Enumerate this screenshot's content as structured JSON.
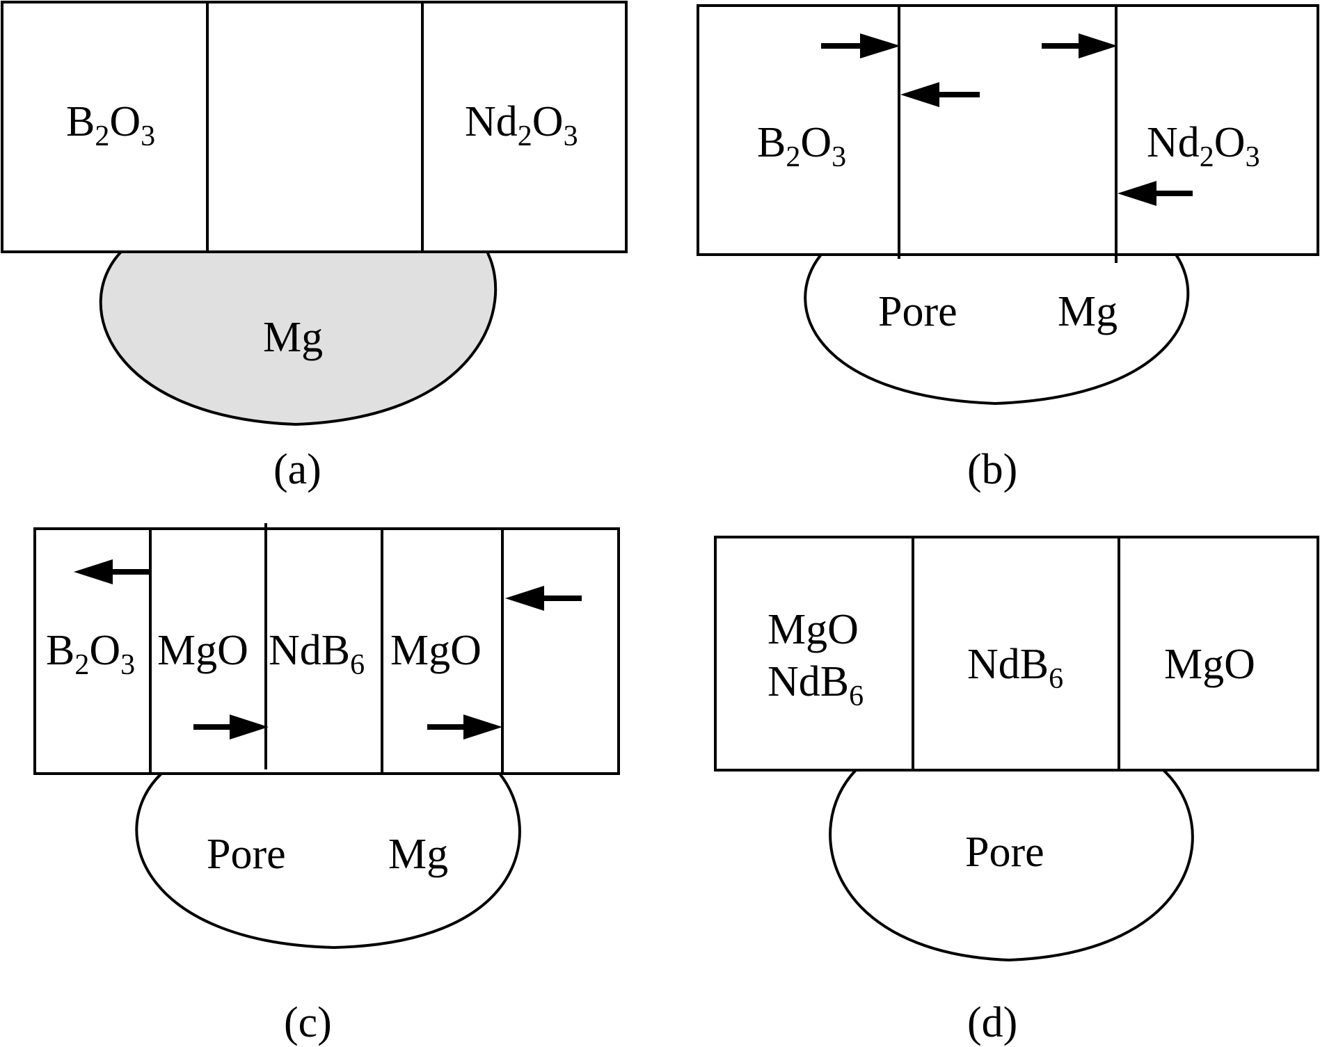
{
  "colors": {
    "stroke": "#000000",
    "mg_fill": "#e0e0e0",
    "background": "#ffffff"
  },
  "panels": {
    "a": {
      "caption": "(a)",
      "cells": [
        {
          "base": "B",
          "sub1": "2",
          "mid": "O",
          "sub2": "3"
        },
        {
          "base": "",
          "sub1": "",
          "mid": "",
          "sub2": ""
        },
        {
          "base": "Nd",
          "sub1": "2",
          "mid": "O",
          "sub2": "3"
        }
      ],
      "blob": {
        "labels": [
          "Mg"
        ]
      }
    },
    "b": {
      "caption": "(b)",
      "cells": [
        {
          "base": "B",
          "sub1": "2",
          "mid": "O",
          "sub2": "3"
        },
        {
          "base": "Nd",
          "sub1": "2",
          "mid": "O",
          "sub2": "3"
        }
      ],
      "blob": {
        "labels": [
          "Pore",
          "Mg"
        ]
      }
    },
    "c": {
      "caption": "(c)",
      "cells": [
        {
          "base": "B",
          "sub1": "2",
          "mid": "O",
          "sub2": "3"
        },
        {
          "text": "MgO"
        },
        {
          "base": "NdB",
          "sub1": "6"
        },
        {
          "text": "MgO"
        }
      ],
      "blob": {
        "labels": [
          "Pore",
          "Mg"
        ]
      }
    },
    "d": {
      "caption": "(d)",
      "cells": [
        {
          "line1": "MgO",
          "base": "NdB",
          "sub1": "6"
        },
        {
          "base": "NdB",
          "sub1": "6"
        },
        {
          "text": "MgO"
        }
      ],
      "blob": {
        "labels": [
          "Pore"
        ]
      }
    }
  }
}
